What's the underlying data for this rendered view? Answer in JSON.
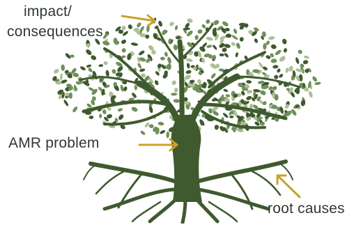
{
  "labels": {
    "impact_line1": "impact/",
    "impact_line2": "consequences",
    "problem": "AMR problem",
    "roots": "root causes"
  },
  "colors": {
    "trunk": "#3f5a2e",
    "leaf_dark": "#3f5a2e",
    "leaf_mid": "#6f8f5a",
    "leaf_light": "#aebf97",
    "arrow": "#c9a227",
    "text": "#2e3a2e"
  }
}
